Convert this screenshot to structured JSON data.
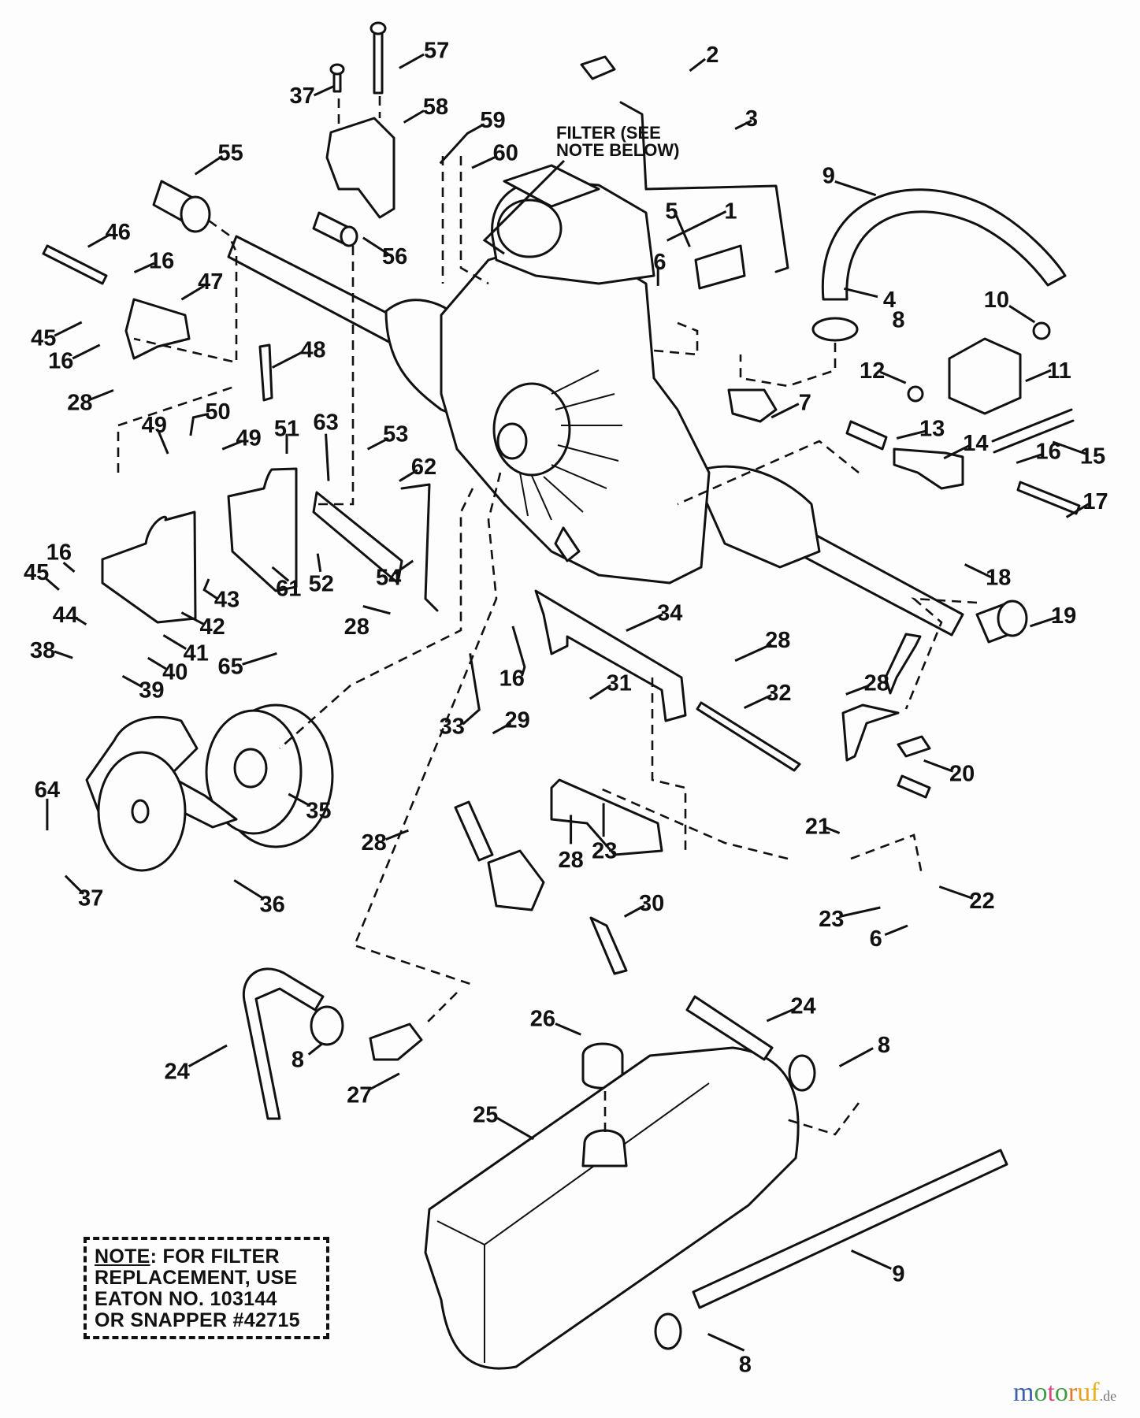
{
  "diagram": {
    "title": "Hydrostatic transmission assembly exploded parts diagram",
    "filter_label": [
      "FILTER (SEE",
      "NOTE BELOW)"
    ],
    "callouts": [
      "1",
      "2",
      "3",
      "4",
      "5",
      "6",
      "7",
      "8",
      "9",
      "10",
      "11",
      "12",
      "13",
      "14",
      "15",
      "16",
      "17",
      "18",
      "19",
      "20",
      "21",
      "22",
      "23",
      "24",
      "25",
      "26",
      "27",
      "28",
      "29",
      "30",
      "31",
      "32",
      "33",
      "34",
      "35",
      "36",
      "37",
      "38",
      "39",
      "40",
      "41",
      "42",
      "43",
      "44",
      "45",
      "46",
      "47",
      "48",
      "49",
      "50",
      "51",
      "52",
      "53",
      "54",
      "55",
      "56",
      "57",
      "58",
      "59",
      "60",
      "61",
      "62",
      "63",
      "64",
      "65"
    ],
    "placed_labels": [
      {
        "id": "c1",
        "text": "1"
      },
      {
        "id": "c2",
        "text": "2"
      },
      {
        "id": "c3",
        "text": "3"
      },
      {
        "id": "c4",
        "text": "4"
      },
      {
        "id": "c5",
        "text": "5"
      },
      {
        "id": "c6a",
        "text": "6"
      },
      {
        "id": "c7",
        "text": "7"
      },
      {
        "id": "c8a",
        "text": "8"
      },
      {
        "id": "c9a",
        "text": "9"
      },
      {
        "id": "c10",
        "text": "10"
      },
      {
        "id": "c11",
        "text": "11"
      },
      {
        "id": "c12",
        "text": "12"
      },
      {
        "id": "c13",
        "text": "13"
      },
      {
        "id": "c14",
        "text": "14"
      },
      {
        "id": "c15",
        "text": "15"
      },
      {
        "id": "c16a",
        "text": "16"
      },
      {
        "id": "c17",
        "text": "17"
      },
      {
        "id": "c18",
        "text": "18"
      },
      {
        "id": "c19",
        "text": "19"
      },
      {
        "id": "c20",
        "text": "20"
      },
      {
        "id": "c21",
        "text": "21"
      },
      {
        "id": "c22",
        "text": "22"
      },
      {
        "id": "c23a",
        "text": "23"
      },
      {
        "id": "c6b",
        "text": "6"
      },
      {
        "id": "c28a",
        "text": "28"
      },
      {
        "id": "c32",
        "text": "32"
      },
      {
        "id": "c28b",
        "text": "28"
      },
      {
        "id": "c34",
        "text": "34"
      },
      {
        "id": "c16b",
        "text": "16"
      },
      {
        "id": "c33",
        "text": "33"
      },
      {
        "id": "c31",
        "text": "31"
      },
      {
        "id": "c29",
        "text": "29"
      },
      {
        "id": "c28c",
        "text": "28"
      },
      {
        "id": "c28d",
        "text": "28"
      },
      {
        "id": "c23b",
        "text": "23"
      },
      {
        "id": "c30",
        "text": "30"
      },
      {
        "id": "c57",
        "text": "57"
      },
      {
        "id": "c37a",
        "text": "37"
      },
      {
        "id": "c58",
        "text": "58"
      },
      {
        "id": "c59",
        "text": "59"
      },
      {
        "id": "c60",
        "text": "60"
      },
      {
        "id": "c55",
        "text": "55"
      },
      {
        "id": "c56",
        "text": "56"
      },
      {
        "id": "c46",
        "text": "46"
      },
      {
        "id": "c16c",
        "text": "16"
      },
      {
        "id": "c47",
        "text": "47"
      },
      {
        "id": "c45a",
        "text": "45"
      },
      {
        "id": "c16d",
        "text": "16"
      },
      {
        "id": "c48",
        "text": "48"
      },
      {
        "id": "c28e",
        "text": "28"
      },
      {
        "id": "c50",
        "text": "50"
      },
      {
        "id": "c49a",
        "text": "49"
      },
      {
        "id": "c49b",
        "text": "49"
      },
      {
        "id": "c51",
        "text": "51"
      },
      {
        "id": "c63",
        "text": "63"
      },
      {
        "id": "c53",
        "text": "53"
      },
      {
        "id": "c62",
        "text": "62"
      },
      {
        "id": "c16e",
        "text": "16"
      },
      {
        "id": "c45b",
        "text": "45"
      },
      {
        "id": "c43",
        "text": "43"
      },
      {
        "id": "c61",
        "text": "61"
      },
      {
        "id": "c52",
        "text": "52"
      },
      {
        "id": "c54",
        "text": "54"
      },
      {
        "id": "c28f",
        "text": "28"
      },
      {
        "id": "c44",
        "text": "44"
      },
      {
        "id": "c42",
        "text": "42"
      },
      {
        "id": "c41",
        "text": "41"
      },
      {
        "id": "c38",
        "text": "38"
      },
      {
        "id": "c40",
        "text": "40"
      },
      {
        "id": "c39",
        "text": "39"
      },
      {
        "id": "c65",
        "text": "65"
      },
      {
        "id": "c64",
        "text": "64"
      },
      {
        "id": "c35",
        "text": "35"
      },
      {
        "id": "c37b",
        "text": "37"
      },
      {
        "id": "c36",
        "text": "36"
      },
      {
        "id": "c24a",
        "text": "24"
      },
      {
        "id": "c8b",
        "text": "8"
      },
      {
        "id": "c27",
        "text": "27"
      },
      {
        "id": "c26",
        "text": "26"
      },
      {
        "id": "c25",
        "text": "25"
      },
      {
        "id": "c24b",
        "text": "24"
      },
      {
        "id": "c8c",
        "text": "8"
      },
      {
        "id": "c9b",
        "text": "9"
      },
      {
        "id": "c8d",
        "text": "8"
      }
    ]
  },
  "note": {
    "heading": "NOTE",
    "lines": [
      ": FOR FILTER",
      "REPLACEMENT, USE",
      "EATON NO. 103144",
      "OR SNAPPER #42715"
    ]
  },
  "watermark": {
    "letters": [
      {
        "ch": "m",
        "color": "#3b5fa8"
      },
      {
        "ch": "o",
        "color": "#3f9a45"
      },
      {
        "ch": "t",
        "color": "#d8457f"
      },
      {
        "ch": "o",
        "color": "#3f9a45"
      },
      {
        "ch": "r",
        "color": "#e07a2a"
      },
      {
        "ch": "u",
        "color": "#e8a21f"
      },
      {
        "ch": "f",
        "color": "#e8b31f"
      }
    ],
    "tld": ".de"
  }
}
